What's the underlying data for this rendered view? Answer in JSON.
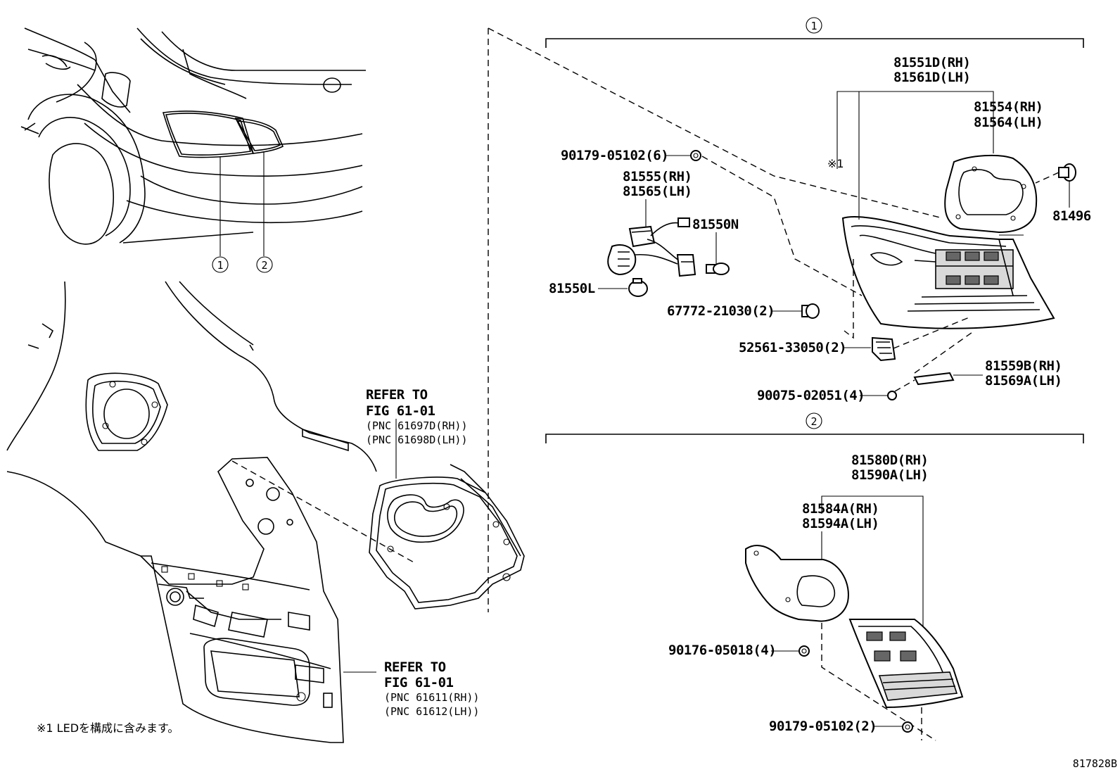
{
  "callouts": {
    "one": "1",
    "two": "2"
  },
  "top_labels": {
    "lamp_rh": "81551D(RH)",
    "lamp_lh": "81561D(LH)",
    "led_mark": "※1",
    "gasket_rh": "81554(RH)",
    "gasket_lh": "81564(LH)",
    "nut_81496": "81496",
    "nut_90179_6": "90179-05102(6)",
    "socket_rh": "81555(RH)",
    "socket_lh": "81565(LH)",
    "bulb_81550n": "81550N",
    "bulb_81550l": "81550L",
    "clip_67772": "67772-21030(2)",
    "clip_52561": "52561-33050(2)",
    "bracket_rh": "81559B(RH)",
    "bracket_lh": "81569A(LH)",
    "screw_90075": "90075-02051(4)"
  },
  "bottom_labels": {
    "lamp_rh": "81580D(RH)",
    "lamp_lh": "81590A(LH)",
    "gasket_rh": "81584A(RH)",
    "gasket_lh": "81594A(LH)",
    "nut_90176": "90176-05018(4)",
    "nut_90179_2": "90179-05102(2)"
  },
  "refer_1": {
    "line1": "REFER TO",
    "line2": "FIG 61-01",
    "line3": "(PNC 61697D(RH))",
    "line4": "(PNC 61698D(LH))"
  },
  "refer_2": {
    "line1": "REFER TO",
    "line2": "FIG 61-01",
    "line3": "(PNC 61611(RH))",
    "line4": "(PNC 61612(LH))"
  },
  "footnote": "※1 LEDを構成に含みます。",
  "figure_id": "817828B"
}
